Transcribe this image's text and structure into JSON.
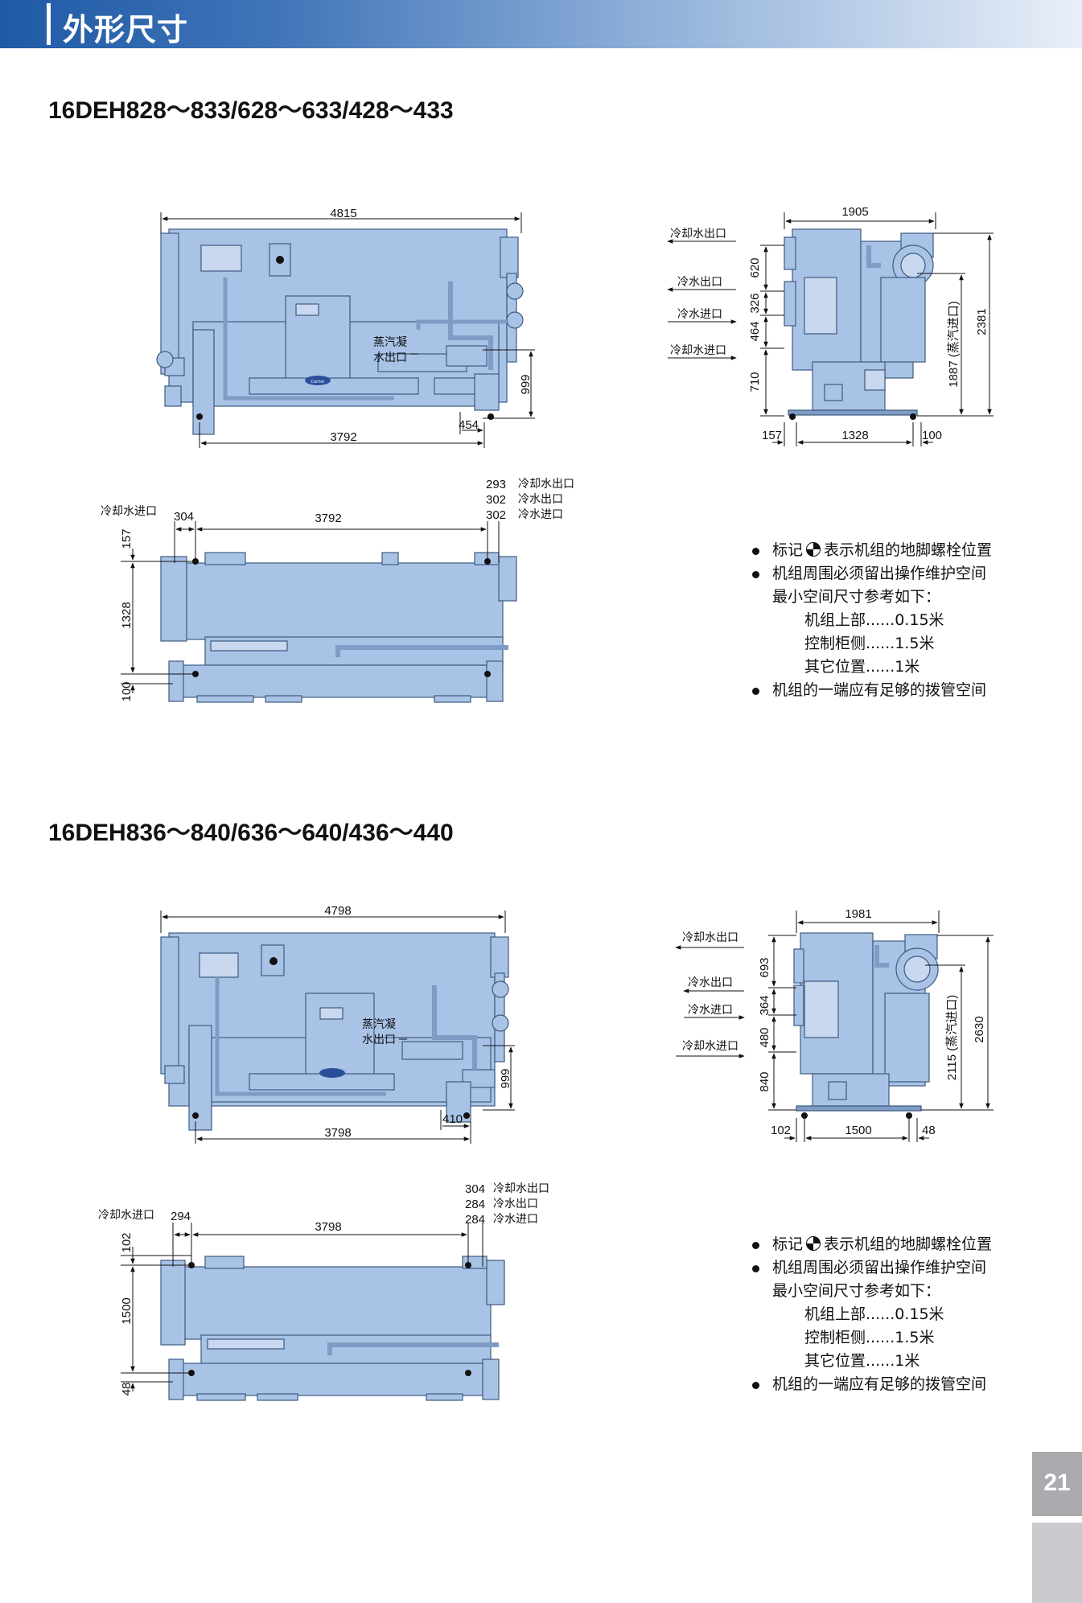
{
  "header": {
    "title": "外形尺寸"
  },
  "page_number": "21",
  "sections": [
    {
      "title": "16DEH828～833/628～633/428～433",
      "front": {
        "overall_length": "4815",
        "bolt_spacing": "3792",
        "drain_offset": "454",
        "drain_height": "999",
        "drain_label_1": "蒸汽凝",
        "drain_label_2": "水出口"
      },
      "side": {
        "width": "1905",
        "h1": "620",
        "h2": "326",
        "h3": "464",
        "h4": "710",
        "steam_height": "1887 (蒸汽进口)",
        "total_height": "2381",
        "base_left": "157",
        "base_mid": "1328",
        "base_right": "100",
        "labels": [
          "冷却水出口",
          "冷水出口",
          "冷水进口",
          "冷却水进口"
        ]
      },
      "plan": {
        "inlet_label": "冷却水进口",
        "inlet_offset": "304",
        "length": "3792",
        "v_top": "157",
        "v_mid": "1328",
        "v_bot": "100",
        "right_dims": [
          {
            "value": "293",
            "label": "冷却水出口"
          },
          {
            "value": "302",
            "label": "冷水出口"
          },
          {
            "value": "302",
            "label": "冷水进口"
          }
        ]
      },
      "notes": {
        "n1_pre": "标记",
        "n1_post": "表示机组的地脚螺栓位置",
        "n2": "机组周围必须留出操作维护空间",
        "n2b": "最小空间尺寸参考如下：",
        "s1": "机组上部......0.15米",
        "s2": "控制柜侧......1.5米",
        "s3": "其它位置......1米",
        "n3": "机组的一端应有足够的拨管空间"
      }
    },
    {
      "title": "16DEH836～840/636～640/436～440",
      "front": {
        "overall_length": "4798",
        "bolt_spacing": "3798",
        "drain_offset": "410",
        "drain_height": "999",
        "drain_label_1": "蒸汽凝",
        "drain_label_2": "水出口"
      },
      "side": {
        "width": "1981",
        "h1": "693",
        "h2": "364",
        "h3": "480",
        "h4": "840",
        "steam_height": "2115 (蒸汽进口)",
        "total_height": "2630",
        "base_left": "102",
        "base_mid": "1500",
        "base_right": "48",
        "labels": [
          "冷却水出口",
          "冷水出口",
          "冷水进口",
          "冷却水进口"
        ]
      },
      "plan": {
        "inlet_label": "冷却水进口",
        "inlet_offset": "294",
        "length": "3798",
        "v_top": "102",
        "v_mid": "1500",
        "v_bot": "48",
        "right_dims": [
          {
            "value": "304",
            "label": "冷却水出口"
          },
          {
            "value": "284",
            "label": "冷水出口"
          },
          {
            "value": "284",
            "label": "冷水进口"
          }
        ]
      },
      "notes": {
        "n1_pre": "标记",
        "n1_post": "表示机组的地脚螺栓位置",
        "n2": "机组周围必须留出操作维护空间",
        "n2b": "最小空间尺寸参考如下：",
        "s1": "机组上部......0.15米",
        "s2": "控制柜侧......1.5米",
        "s3": "其它位置......1米",
        "n3": "机组的一端应有足够的拨管空间"
      }
    }
  ],
  "logo_text": "Carrier",
  "colors": {
    "unit_fill": "#a9c3e6",
    "unit_stroke": "#3d5a80",
    "header_blue": "#1f5aa6"
  }
}
